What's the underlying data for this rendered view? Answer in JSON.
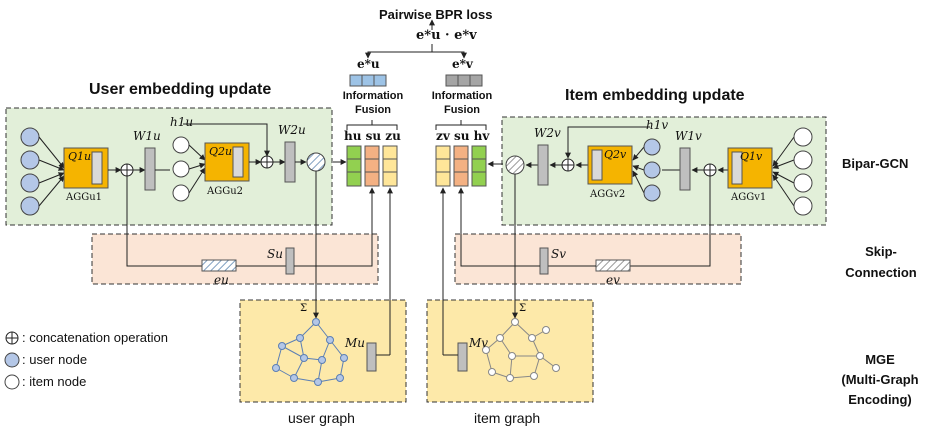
{
  "top": {
    "bpr_loss": "Pairwise BPR loss",
    "product": "e*u · e*v",
    "eu_star": "e*u",
    "ev_star": "e*v",
    "info_fusion_left": [
      "Information",
      "Fusion"
    ],
    "info_fusion_right": [
      "Information",
      "Fusion"
    ],
    "left_vec_labels": "hu su zu",
    "right_vec_labels": "zv su hv"
  },
  "user_panel": {
    "title": "User embedding update",
    "q1": "Q1u",
    "q2": "Q2u",
    "agg1": "AGGu1",
    "agg2": "AGGu2",
    "w1": "W1u",
    "w2": "W2u",
    "h1": "h1u"
  },
  "item_panel": {
    "title": "Item embedding update",
    "q1": "Q1v",
    "q2": "Q2v",
    "agg1": "AGGv1",
    "agg2": "AGGv2",
    "w1": "W1v",
    "w2": "W2v",
    "h1": "h1v"
  },
  "skip": {
    "su": "Su",
    "eu": "eu",
    "sv": "Sv",
    "ev": "ev"
  },
  "mge": {
    "mu": "Mu",
    "mv": "Mv",
    "sigma_left": "Σ",
    "sigma_right": "Σ",
    "user_graph": "user graph",
    "item_graph": "item graph"
  },
  "side_labels": {
    "bipar": "Bipar-GCN",
    "skip": [
      "Skip-",
      "Connection"
    ],
    "mge": [
      "MGE",
      "(Multi-Graph",
      "Encoding)"
    ]
  },
  "legend": {
    "concat": ": concatenation operation",
    "user": ": user node",
    "item": ": item node"
  },
  "colors": {
    "panel_green": "#e2efd9",
    "skip_pink": "#fbe5d6",
    "mge_yellow": "#fde9a9",
    "agg_orange": "#f5b400",
    "user_node": "#b4c7e7",
    "vec_green": "#92d050",
    "vec_orange": "#f4b183",
    "vec_yellow": "#ffe699",
    "vec_blue": "#9dc3e6",
    "vec_grey": "#a5a5a5"
  }
}
